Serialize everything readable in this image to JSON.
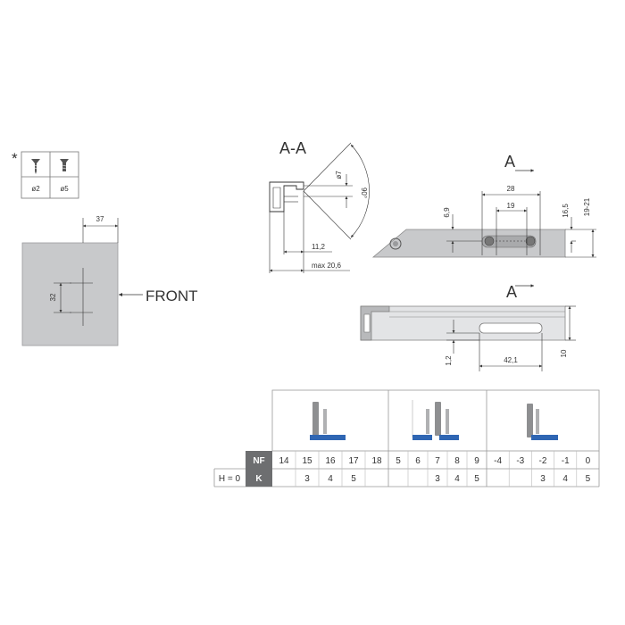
{
  "asterisk": "*",
  "screw_table": {
    "cells": [
      "ø2",
      "ø5"
    ],
    "icons": [
      "screw-icon",
      "dowel-icon"
    ]
  },
  "plate": {
    "dim_top": "37",
    "dim_side": "32",
    "front_label": "FRONT"
  },
  "section": {
    "title": "A-A",
    "dims": {
      "d7": "ø7",
      "angle": "90°",
      "d11": "11,2",
      "dmax": "max 20,6"
    }
  },
  "top_view": {
    "label": "A",
    "dims": {
      "d28": "28",
      "d19": "19",
      "d69": "6,9",
      "d165": "16,5",
      "d1921": "19-21"
    }
  },
  "side_view": {
    "label": "A",
    "dims": {
      "d12": "1,2",
      "d421": "42,1",
      "d10": "10"
    }
  },
  "table": {
    "nf_label": "NF",
    "k_label": "K",
    "h_label": "H = 0",
    "nf": [
      "14",
      "15",
      "16",
      "17",
      "18",
      "5",
      "6",
      "7",
      "8",
      "9",
      "-4",
      "-3",
      "-2",
      "-1",
      "0"
    ],
    "k": [
      "",
      "3",
      "4",
      "5",
      "",
      "",
      "",
      "3",
      "4",
      "5",
      "",
      "",
      "3",
      "4",
      "5"
    ],
    "colors": {
      "header": "#6d6e70",
      "blue": "#2f66b3",
      "grey": "#8e8f91"
    }
  }
}
